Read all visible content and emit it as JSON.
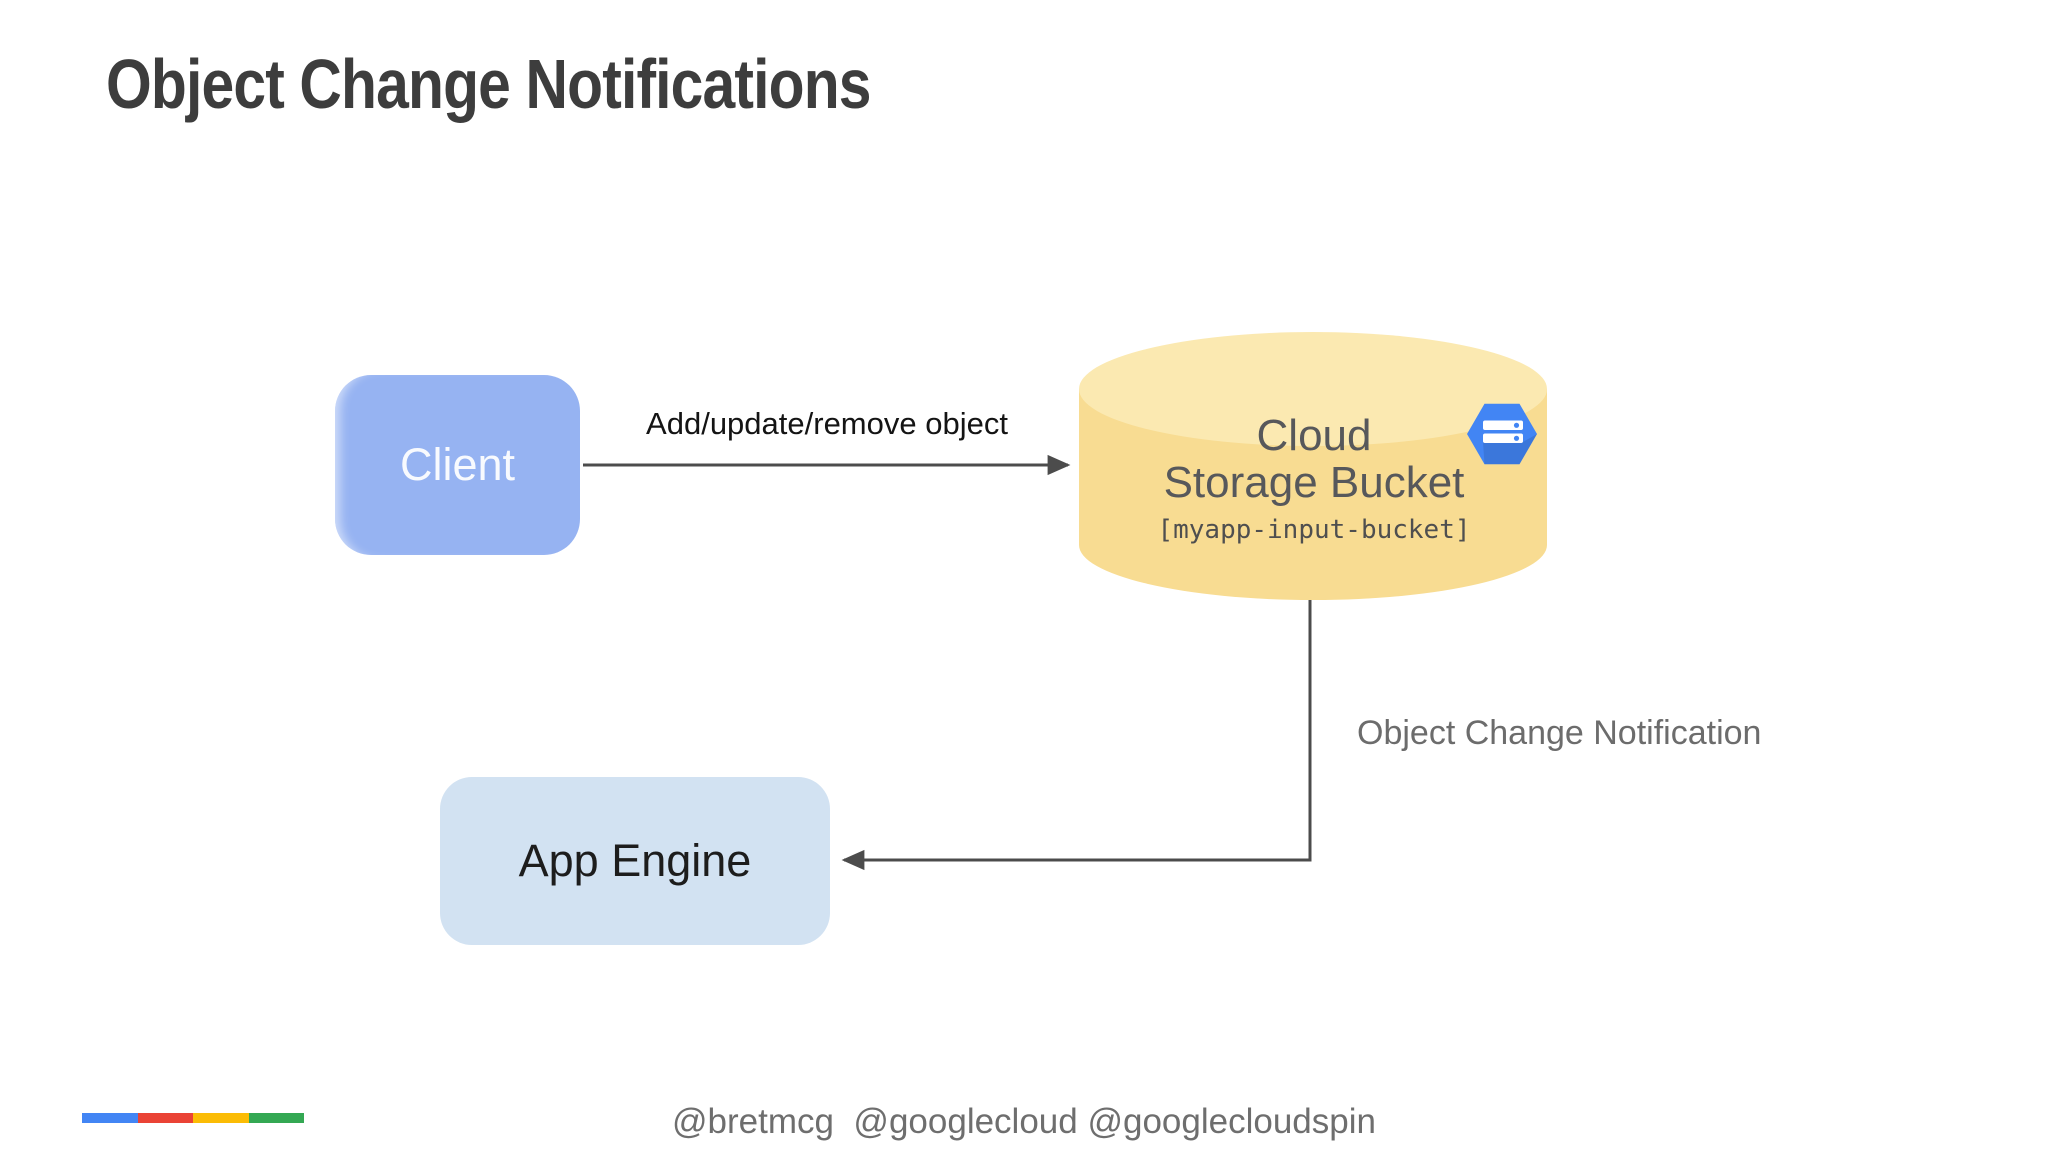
{
  "slide": {
    "title": "Object Change Notifications",
    "background_color": "#ffffff"
  },
  "nodes": {
    "client": {
      "label": "Client",
      "fill": "#96b3f2",
      "text_color": "#ffffff"
    },
    "storage_bucket": {
      "line1": "Cloud",
      "line2": "Storage Bucket",
      "bucket_name": "[myapp-input-bucket]",
      "body_fill": "#f8dc92",
      "top_fill": "#fbe9b1",
      "text_color": "#57585b"
    },
    "app_engine": {
      "label": "App Engine",
      "fill": "#d2e2f2",
      "text_color": "#1d1d1d"
    }
  },
  "edges": {
    "connector_color": "#4c4c4c",
    "client_to_bucket": {
      "label": "Add/update/remove object",
      "direction": "right"
    },
    "bucket_to_app_engine": {
      "label": "Object Change Notification",
      "direction": "down-then-left"
    }
  },
  "icons": {
    "storage_hexagon": "google-cloud-storage-icon",
    "hex_fill": "#4285f4",
    "bar_fill": "#ffffff"
  },
  "footer": {
    "handles": "@bretmcg  @googlecloud @googlecloudspin",
    "bar_colors": [
      "#4285f4",
      "#ea4335",
      "#fbbc05",
      "#34a853"
    ]
  }
}
